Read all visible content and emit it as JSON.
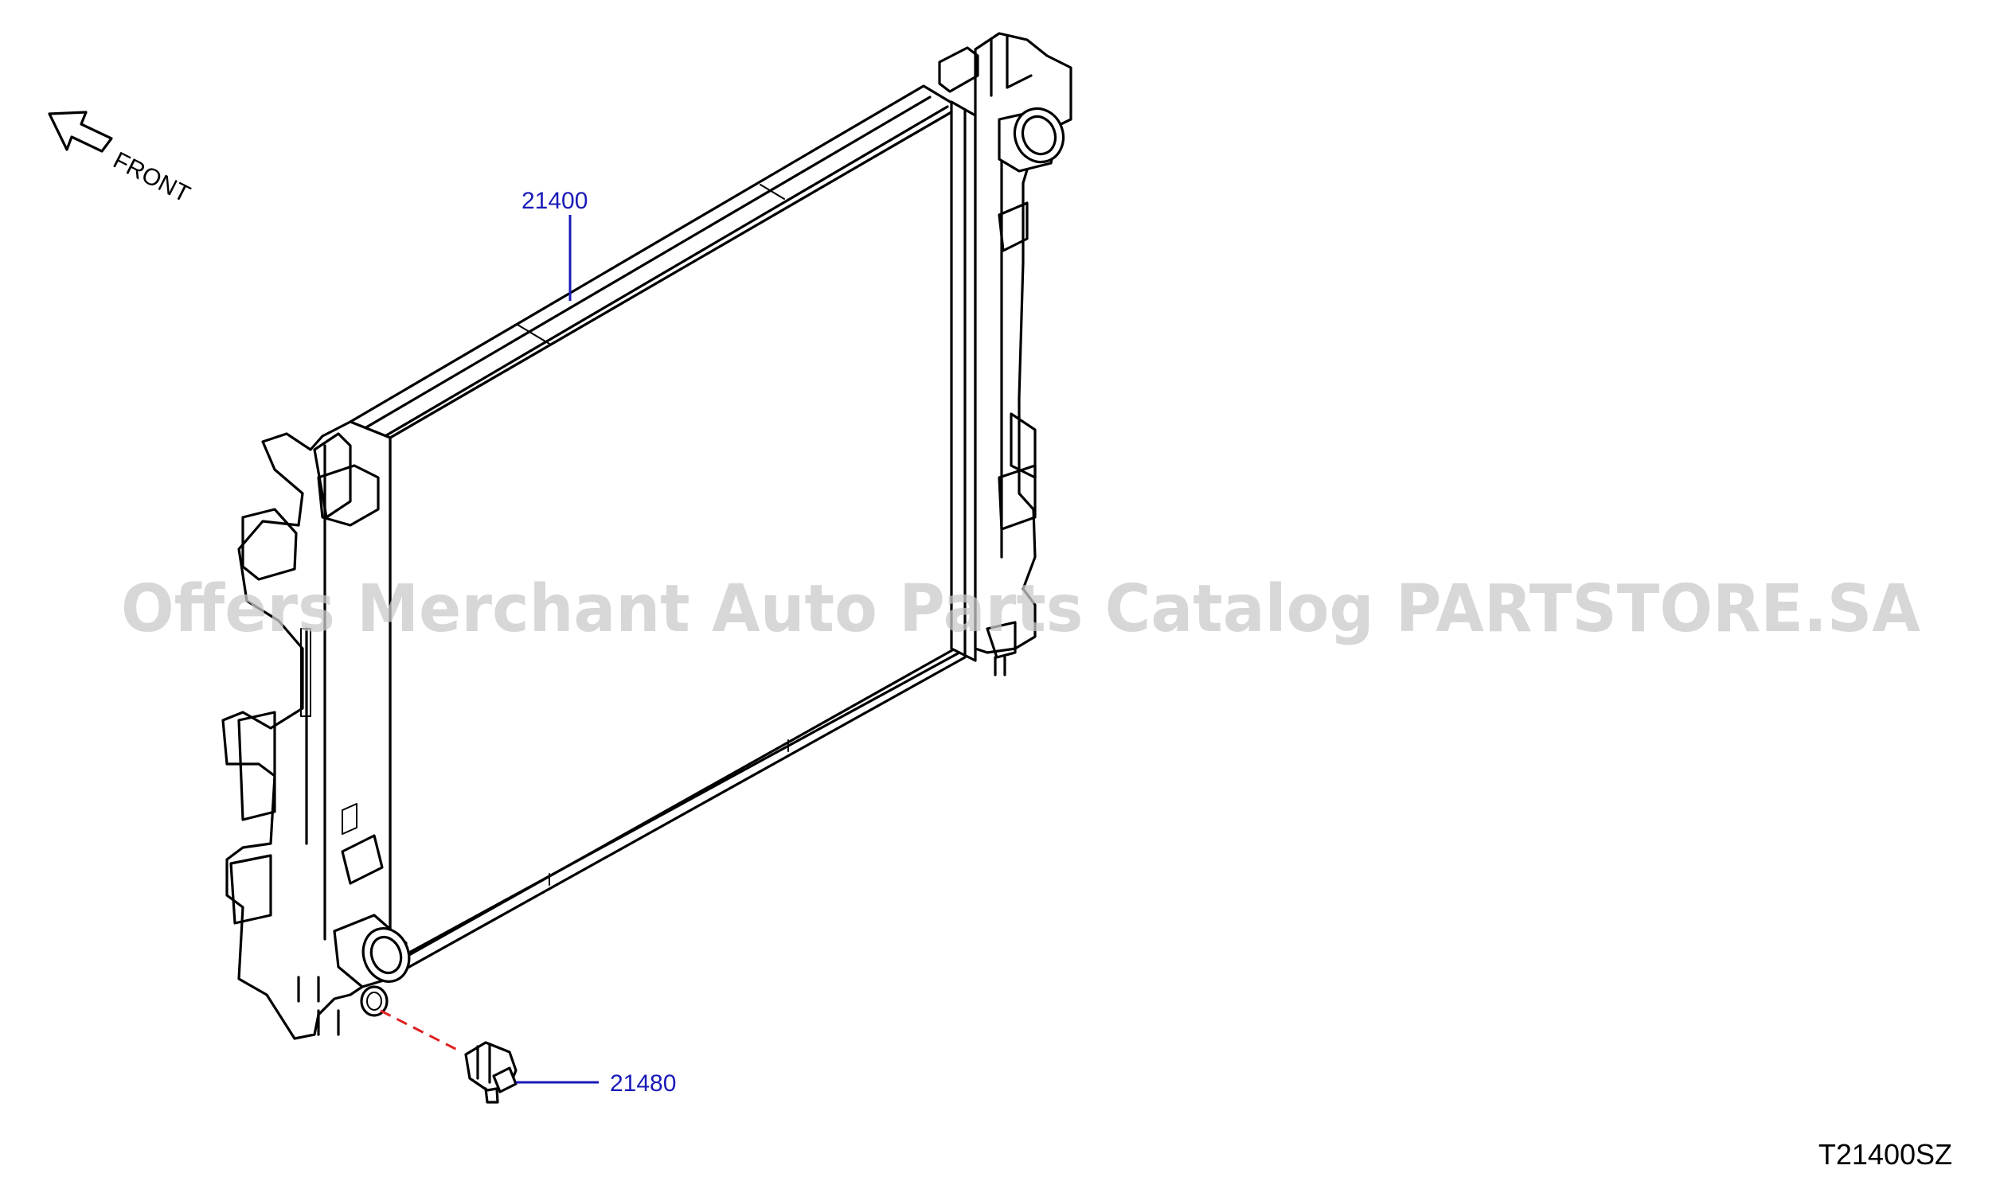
{
  "diagram": {
    "direction_label": "FRONT",
    "watermark": "Offers Merchant Auto Parts Catalog PARTSTORE.SA",
    "reference_code": "T21400SZ",
    "parts": [
      {
        "number": "21400"
      },
      {
        "number": "21480"
      }
    ],
    "colors": {
      "callout": "#1a1ab8",
      "guide_line": "#e02020",
      "watermark": "#c9c9c9",
      "outline": "#000000"
    }
  }
}
